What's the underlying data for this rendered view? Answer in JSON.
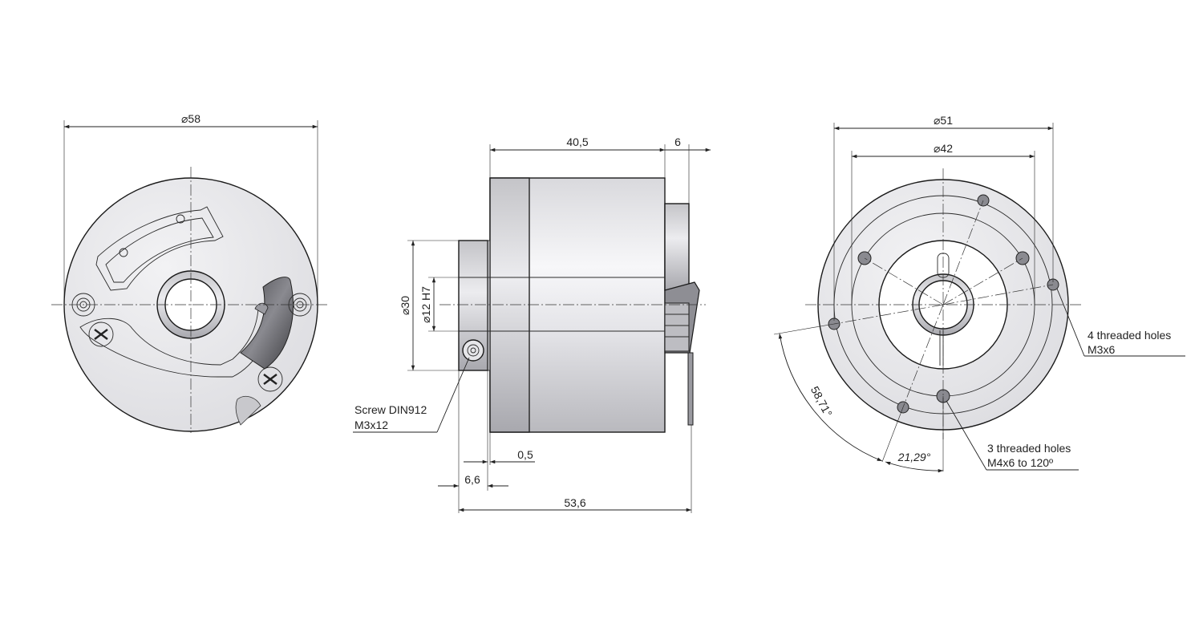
{
  "dimensions": {
    "left_view_dia": "58",
    "side_len_body": "40,5",
    "side_len_flange": "6",
    "side_dia_shaft": "30",
    "side_dia_bore": "12 H7",
    "side_gap": "0,5",
    "side_collar": "6,6",
    "side_total": "53,6",
    "right_dia_outer": "51",
    "right_dia_inner": "42",
    "angle_a": "58,71°",
    "angle_b": "21,29°"
  },
  "symbols": {
    "diameter": "⌀"
  },
  "callouts": {
    "screw_line1": "Screw DIN912",
    "screw_line2": "M3x12",
    "holes4_line1": "4 threaded holes",
    "holes4_line2": "M3x6",
    "holes3_line1": "3 threaded holes",
    "holes3_line2": "M4x6 to 120º"
  },
  "colors": {
    "line": "#1a1a1a",
    "metal_light": "#e6e6e9",
    "metal_mid": "#c9c9cd",
    "metal_dark": "#6d6d72",
    "face_gray": "#dedee2"
  }
}
